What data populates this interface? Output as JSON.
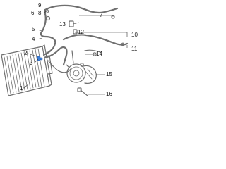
{
  "callouts": {
    "c1": "1",
    "c2": "2",
    "c3": "3",
    "c4": "4",
    "c5": "5",
    "c6": "6",
    "c7": "7",
    "c8": "8",
    "c9": "9",
    "c10": "10",
    "c11": "11",
    "c12": "12",
    "c13": "13",
    "c14": "14",
    "c15": "15",
    "c16": "16"
  },
  "colors": {
    "line_art": "#6f6f6f",
    "highlight": "#3b7fd9"
  }
}
